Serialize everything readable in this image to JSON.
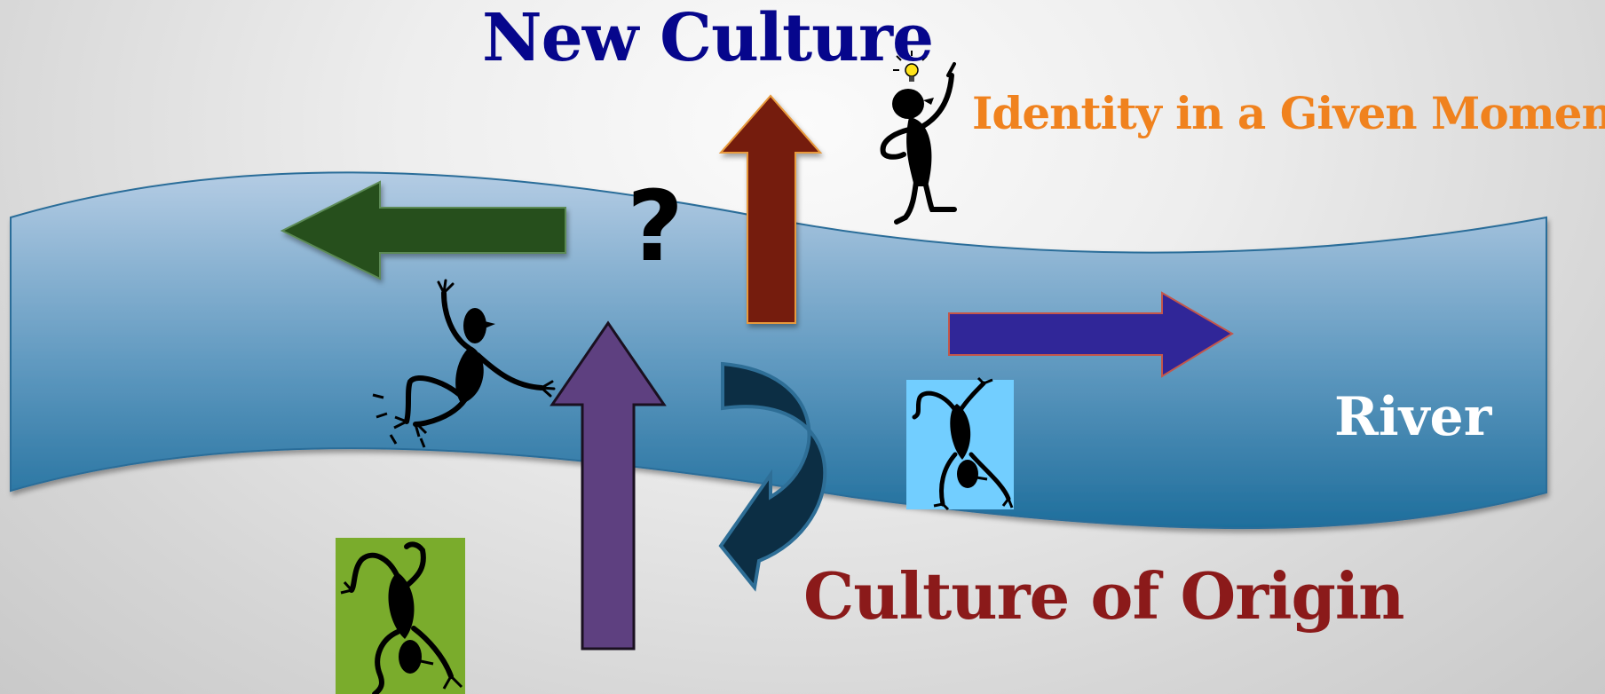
{
  "labels": {
    "new_culture": "New Culture",
    "identity": "Identity in a Given Moment",
    "river": "River",
    "origin": "Culture of Origin",
    "question_mark": "?"
  },
  "colors": {
    "new_culture": "#06068c",
    "identity": "#f0821e",
    "river_text": "#ffffff",
    "origin": "#8b1a1a",
    "river_top": "#b4cce4",
    "river_bottom": "#1e6e9c",
    "arrow_left": "#26501e",
    "arrow_up_brown": "#741c0a",
    "arrow_up_purple": "#5e4080",
    "arrow_right": "#302698",
    "arrow_curved": "#0c2e44",
    "green_box": "#7aac2c",
    "blue_box": "#72ceff"
  },
  "icons": {
    "figure_thinking": "thinking-figure-with-lightbulb",
    "figure_swimming": "falling-figure",
    "figure_green_box": "upside-down-figure",
    "figure_blue_box": "upside-down-figure"
  }
}
